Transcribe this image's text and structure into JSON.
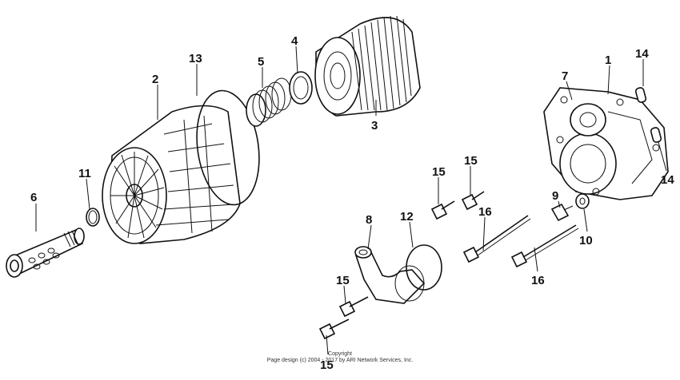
{
  "callouts": {
    "c1": "1",
    "c2": "2",
    "c3": "3",
    "c4": "4",
    "c5": "5",
    "c6": "6",
    "c7": "7",
    "c8": "8",
    "c9": "9",
    "c10": "10",
    "c11": "11",
    "c12": "12",
    "c13": "13",
    "c14a": "14",
    "c14b": "14",
    "c15a": "15",
    "c15b": "15",
    "c15c": "15",
    "c15d": "15",
    "c16a": "16",
    "c16b": "16"
  },
  "footer": {
    "line1": "Copyright",
    "line2": "Page design (c) 2004 - 2017 by ARI Network Services, Inc."
  },
  "colors": {
    "ink": "#111111",
    "background": "#ffffff"
  }
}
